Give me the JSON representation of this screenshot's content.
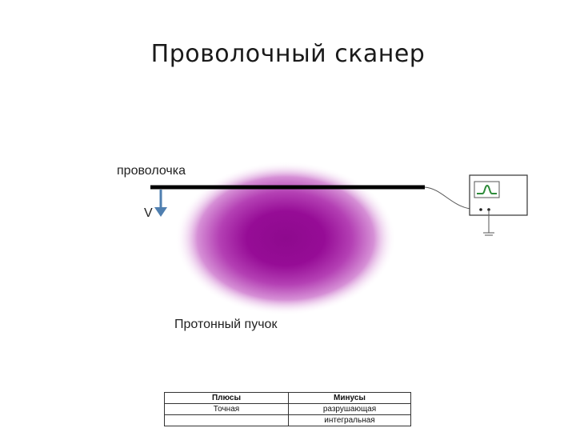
{
  "title": "Проволочный сканер",
  "labels": {
    "wire": "проволочка",
    "velocity": "V",
    "beam": "Протонный пучок"
  },
  "table": {
    "headers": [
      "Плюсы",
      "Минусы"
    ],
    "rows": [
      [
        "Точная",
        "разрушающая"
      ],
      [
        "",
        "интегральная"
      ]
    ]
  },
  "colors": {
    "beam_core": "#8e0a8e",
    "wire": "#000000",
    "arrow": "#4f7fb0",
    "scope_trace": "#2e8b3a"
  }
}
